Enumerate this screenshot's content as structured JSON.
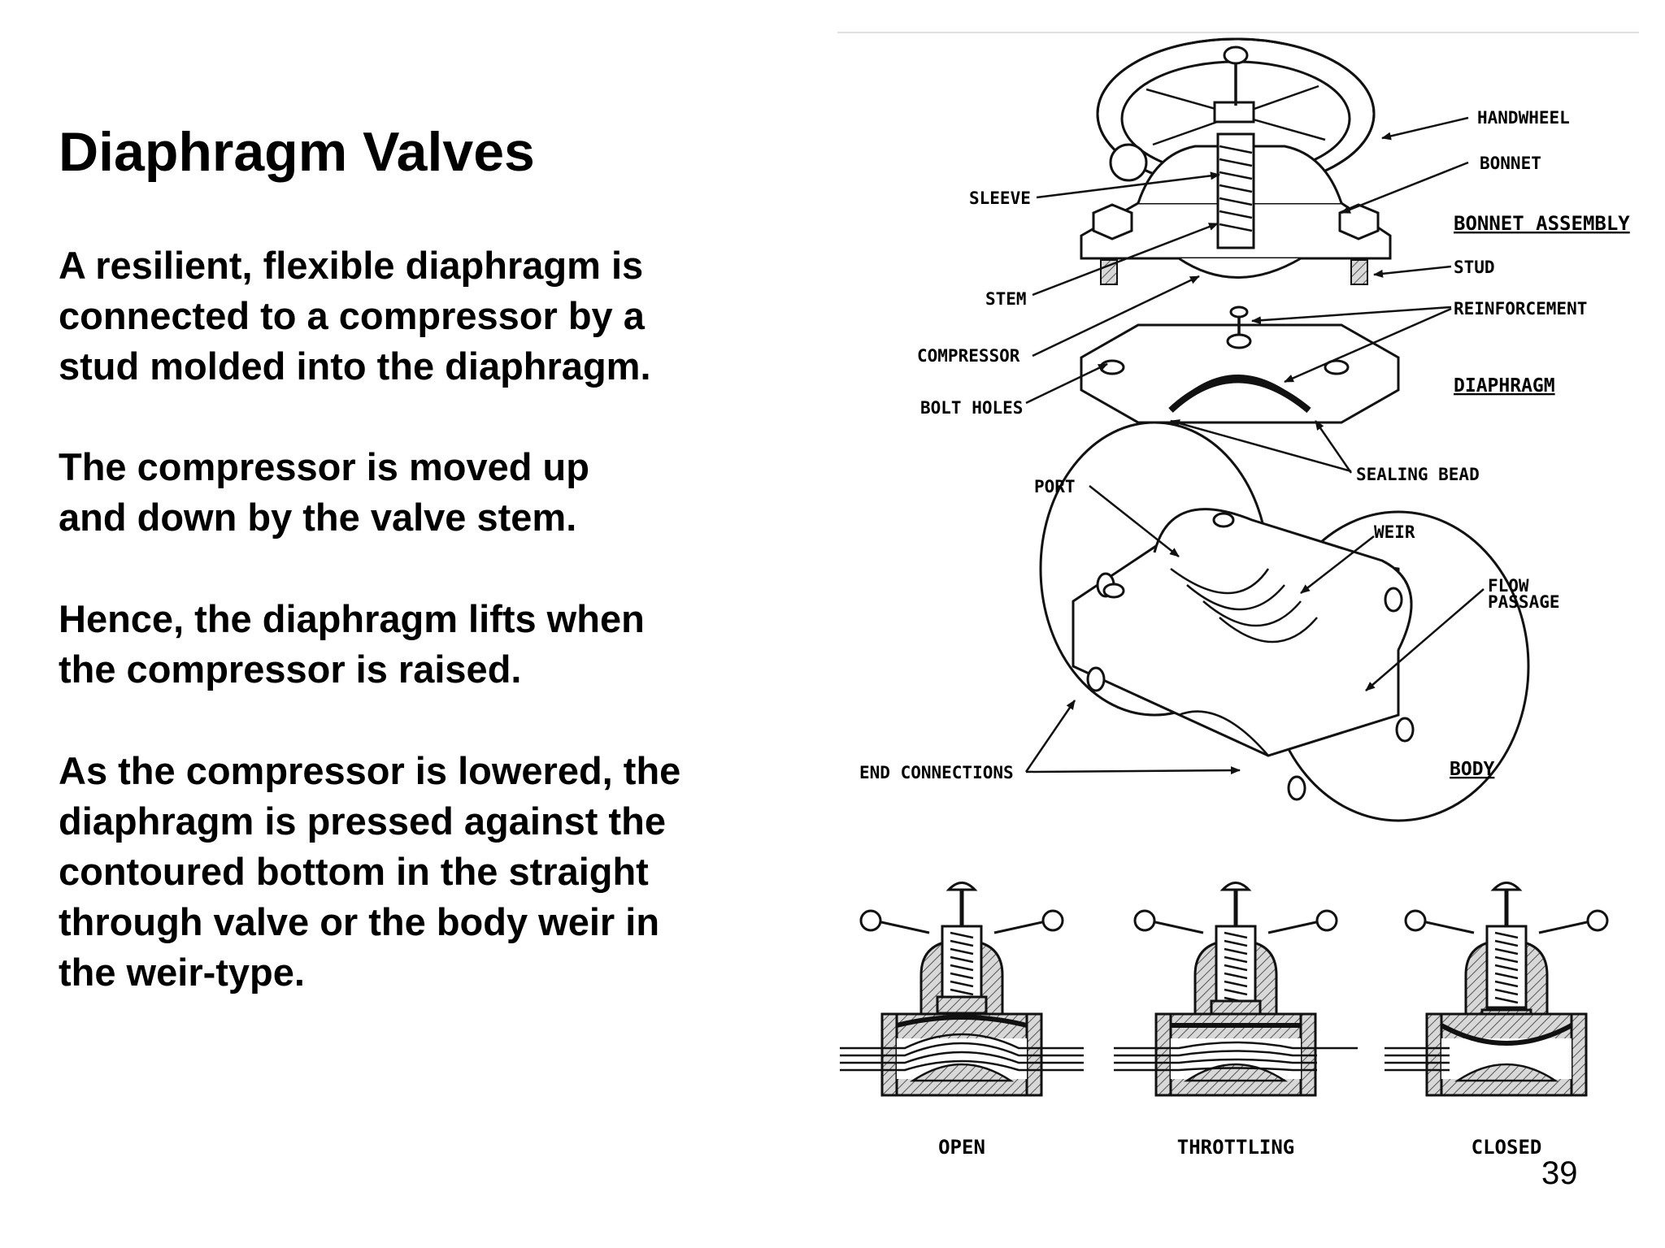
{
  "slide": {
    "title": "Diaphragm Valves",
    "paragraphs": [
      [
        "A resilient, flexible diaphragm is",
        "connected to a compressor by a",
        "stud molded into the diaphragm."
      ],
      [
        "The compressor is moved up",
        "and down by the valve stem."
      ],
      [
        "Hence, the diaphragm lifts when",
        "the compressor is raised."
      ],
      [
        "As the compressor is lowered, the",
        "diaphragm is pressed against the",
        "contoured bottom in the straight",
        "through valve or the body weir in",
        "the weir-type."
      ]
    ],
    "page_number": "39"
  },
  "diagram": {
    "labels": {
      "handwheel": "HANDWHEEL",
      "bonnet": "BONNET",
      "bonnet_assembly": "BONNET ASSEMBLY",
      "sleeve": "SLEEVE",
      "stud": "STUD",
      "stem": "STEM",
      "reinforcement": "REINFORCEMENT",
      "compressor": "COMPRESSOR",
      "diaphragm": "DIAPHRAGM",
      "bolt_holes": "BOLT HOLES",
      "sealing_bead": "SEALING BEAD",
      "port": "PORT",
      "weir": "WEIR",
      "flow_passage_1": "FLOW",
      "flow_passage_2": "PASSAGE",
      "end_connections": "END CONNECTIONS",
      "body": "BODY"
    },
    "states": [
      "OPEN",
      "THROTTLING",
      "CLOSED"
    ]
  }
}
